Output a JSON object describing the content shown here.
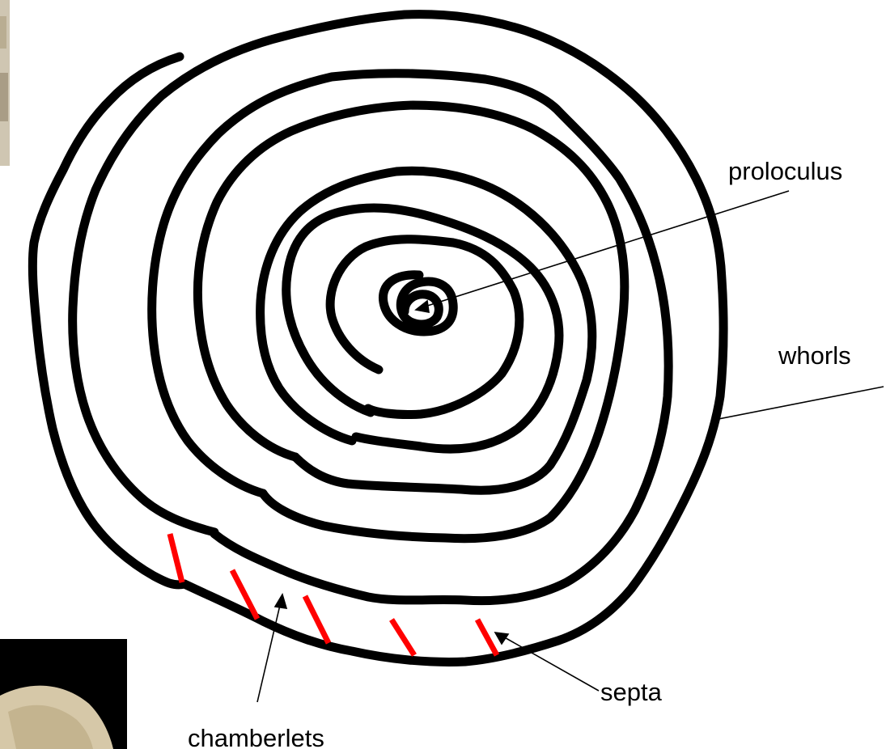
{
  "labels": {
    "proloculus": "proloculus",
    "whorls": "whorls",
    "septa": "septa",
    "chamberlets": "chamberlets"
  },
  "colors": {
    "whorl_line": "#000000",
    "septa_marks": "#ff0000",
    "leader_line": "#000000",
    "background": "#ffffff",
    "photo_dark": "#000000",
    "photo_tone": "#d6c8a8"
  }
}
